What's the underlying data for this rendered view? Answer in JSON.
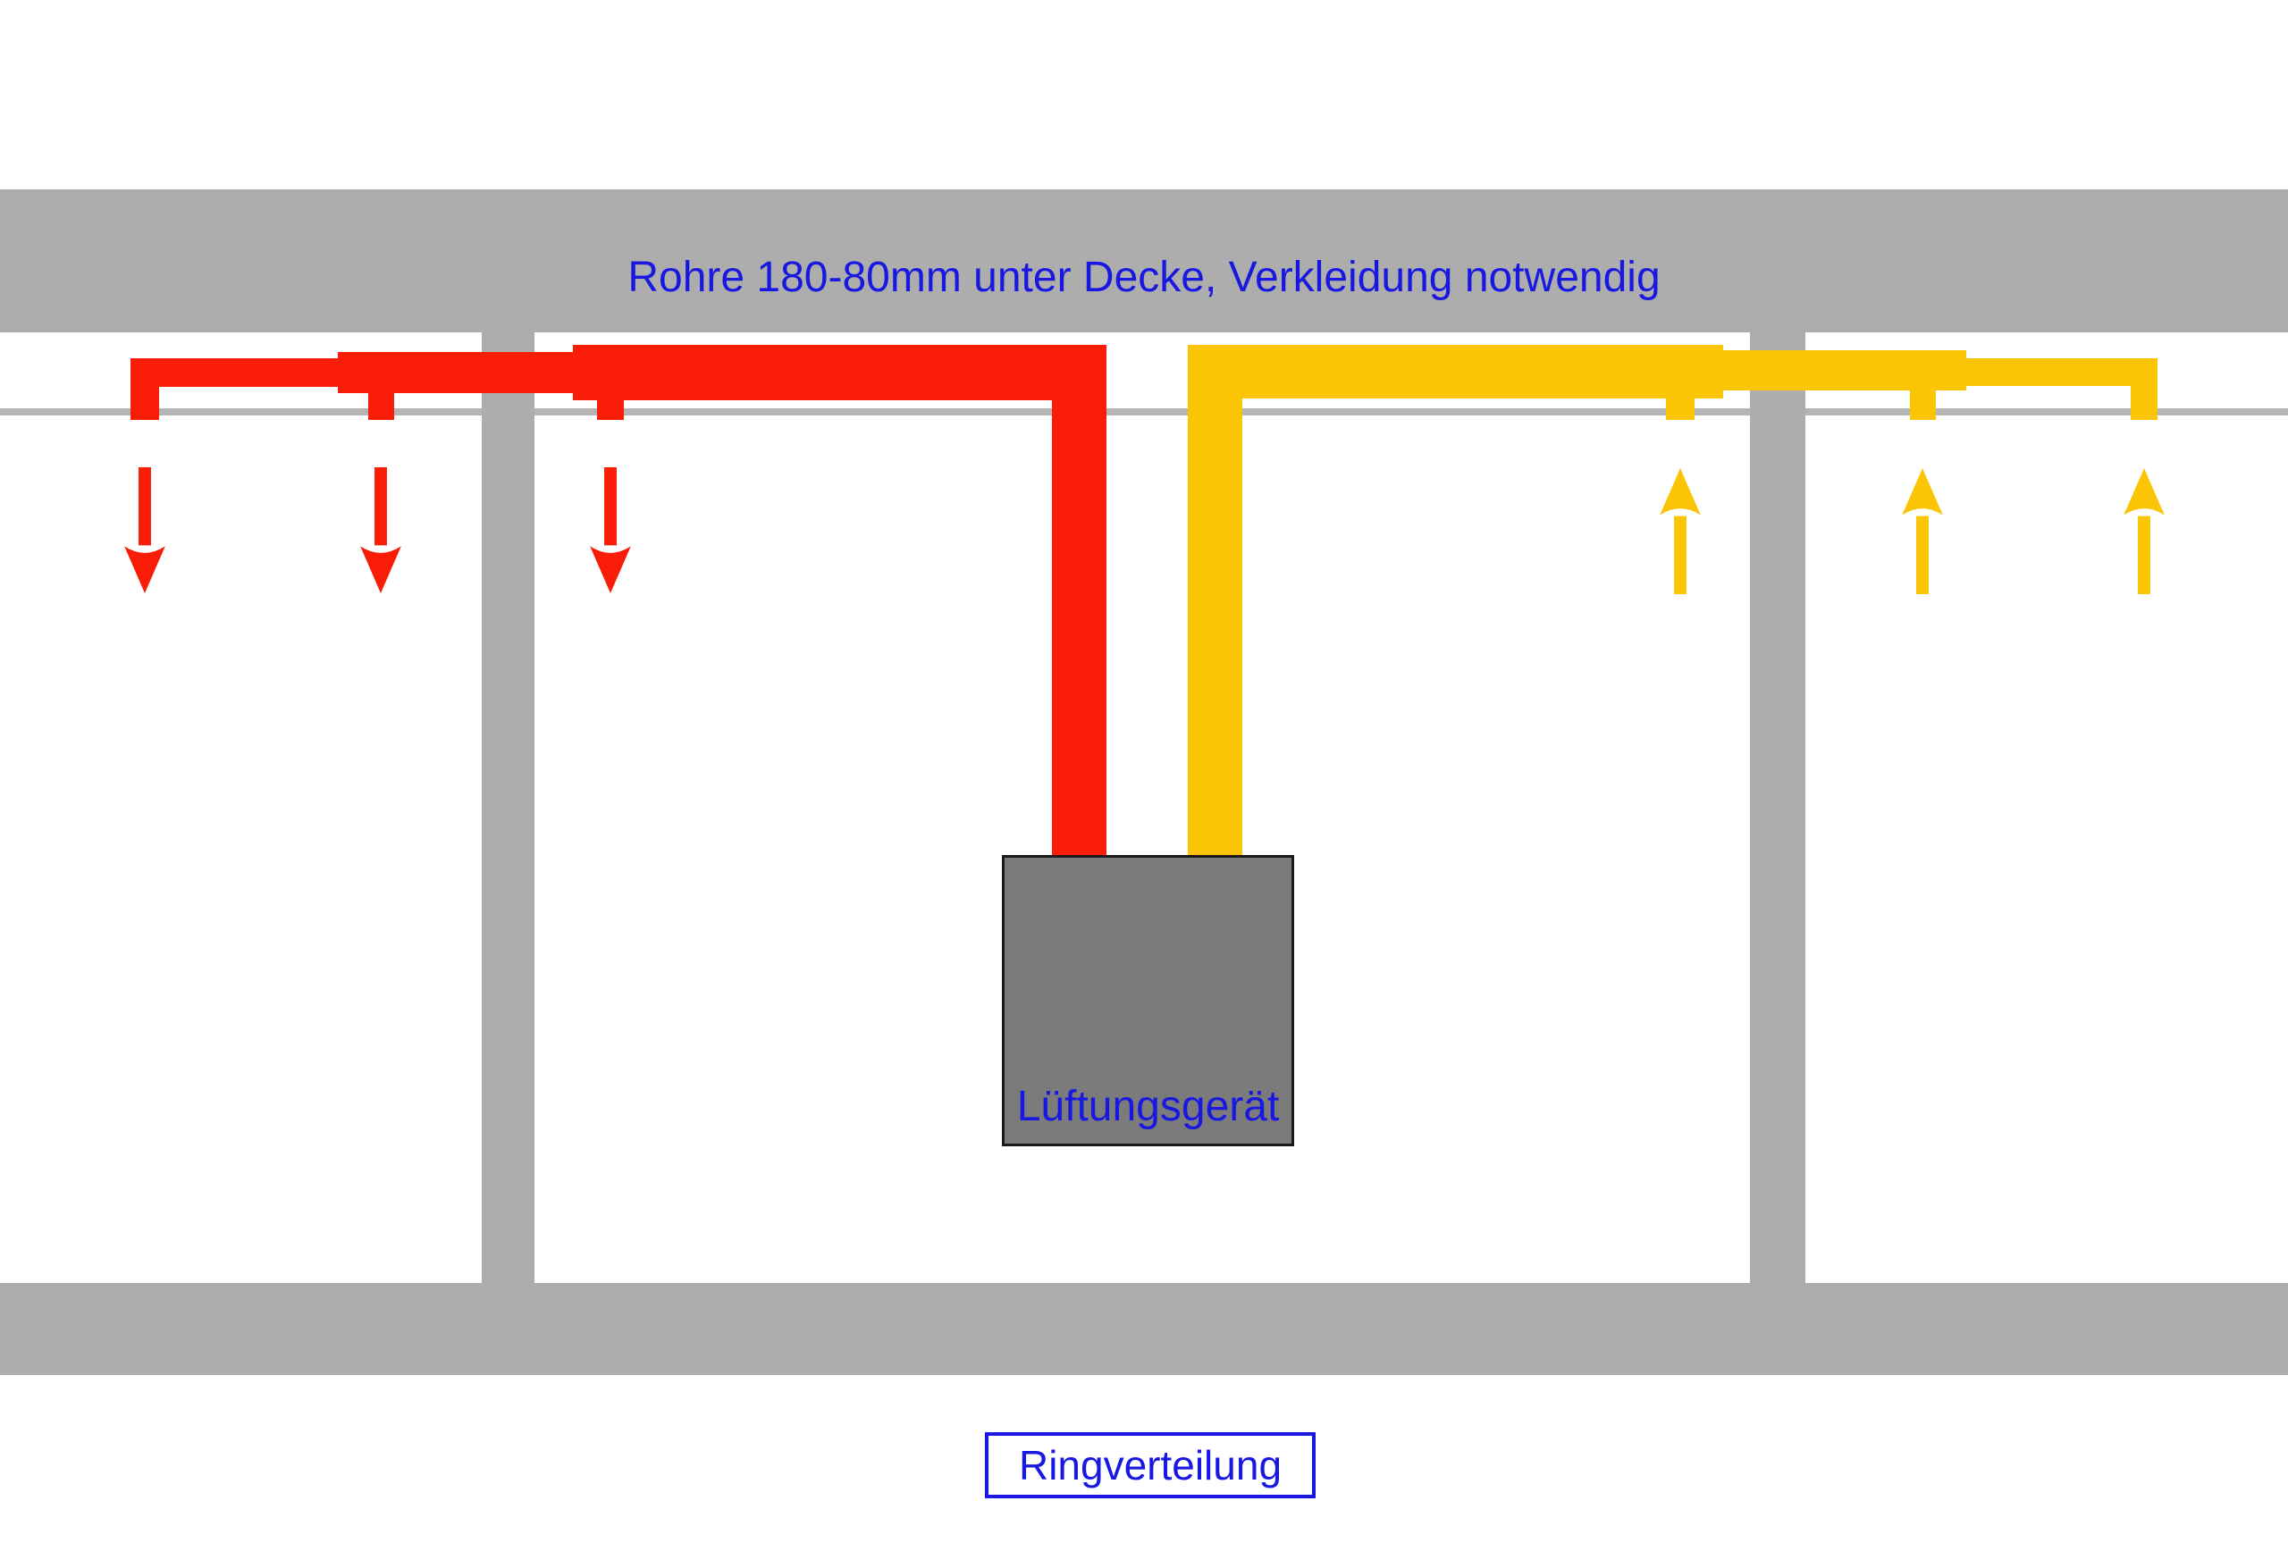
{
  "ceiling_note": "Rohre 180-80mm unter Decke, Verkleidung notwendig",
  "unit": {
    "label": "Lüftungsgerät"
  },
  "footer_box": {
    "label": "Ringverteilung"
  },
  "colors": {
    "background": "#ffffff",
    "structure_gray": "#adadad",
    "ceiling_line_gray": "#b5b5b5",
    "unit_gray": "#7b7b7b",
    "unit_border": "#1a1a1a",
    "duct_red": "#f91c06",
    "duct_yellow": "#fbc505",
    "label_blue": "#1818e0"
  },
  "ducts": {
    "red": {
      "airflow_direction": "down",
      "outlet_arrow_count": 3,
      "taper": "180mm at unit to 80mm at far end"
    },
    "yellow": {
      "airflow_direction": "up",
      "outlet_arrow_count": 3,
      "taper": "180mm at unit to 80mm at far end"
    }
  }
}
